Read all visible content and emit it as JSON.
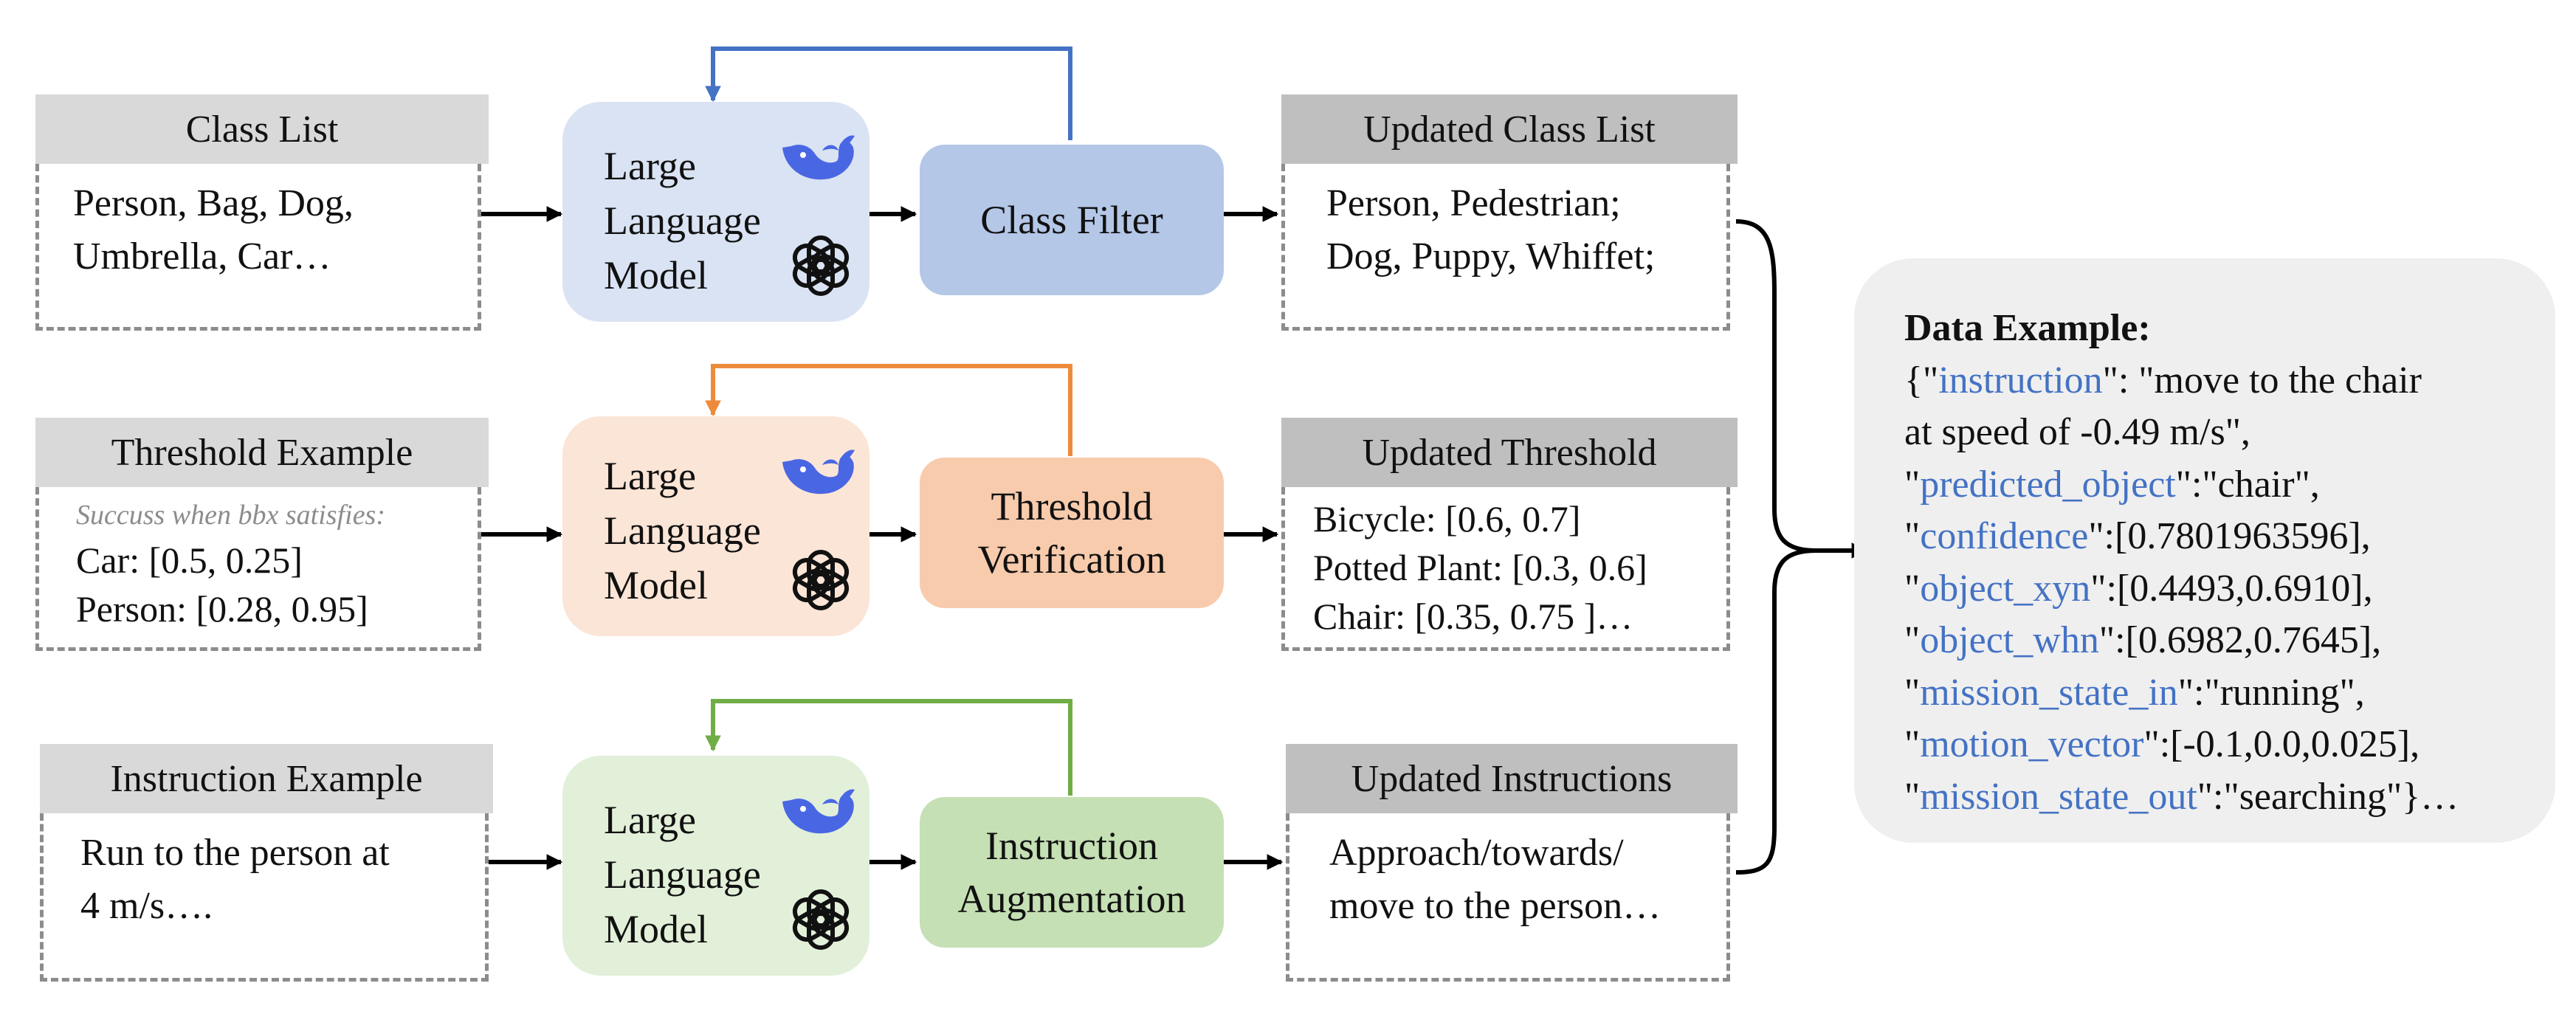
{
  "colors": {
    "blue_fill": "#dae3f3",
    "blue_proc": "#b4c7e7",
    "blue_line": "#4472c4",
    "orange_fill": "#fbe5d6",
    "orange_proc": "#f8cbad",
    "orange_line": "#ed8b3c",
    "green_fill": "#e2f0d9",
    "green_proc": "#c5e0b4",
    "green_line": "#70ad47",
    "header_gray": "#d9d9d9",
    "header_dark": "#bfbfbf",
    "panel_gray": "#efefef",
    "key_blue": "#4472c4"
  },
  "icons": [
    "whale-logo-icon",
    "openai-logo-icon"
  ],
  "rows": [
    {
      "input_title": "Class List",
      "input_lines": [
        "Person, Bag, Dog,",
        "Umbrella, Car…"
      ],
      "llm_lines": [
        "Large",
        "Language",
        "Model"
      ],
      "process_lines": [
        "Class Filter"
      ],
      "output_title": "Updated Class List",
      "output_lines": [
        "Person, Pedestrian;",
        "Dog, Puppy, Whiffet;"
      ]
    },
    {
      "input_title": "Threshold Example",
      "input_note": "Succuss when bbx satisfies:",
      "input_lines": [
        "Car: [0.5, 0.25]",
        "Person: [0.28, 0.95]"
      ],
      "llm_lines": [
        "Large",
        "Language",
        "Model"
      ],
      "process_lines": [
        "Threshold",
        "Verification"
      ],
      "output_title": "Updated Threshold",
      "output_lines": [
        "Bicycle: [0.6, 0.7]",
        "Potted Plant:  [0.3, 0.6]",
        "Chair: [0.35, 0.75 ]…"
      ]
    },
    {
      "input_title": "Instruction Example",
      "input_lines": [
        "Run to the person at",
        "4 m/s…."
      ],
      "llm_lines": [
        "Large",
        "Language",
        "Model"
      ],
      "process_lines": [
        "Instruction",
        "Augmentation"
      ],
      "output_title": "Updated Instructions",
      "output_lines": [
        "Approach/towards/",
        "move to the person…"
      ]
    }
  ],
  "data_example": {
    "title": "Data Example:",
    "lines": [
      {
        "pre": "{\"",
        "key": "instruction",
        "post": "\": \"move to the chair"
      },
      {
        "pre": "at speed of -0.49 m/s\",",
        "key": "",
        "post": ""
      },
      {
        "pre": "\"",
        "key": "predicted_object",
        "post": "\":\"chair\","
      },
      {
        "pre": "\"",
        "key": "confidence",
        "post": "\":[0.7801963596],"
      },
      {
        "pre": "\"",
        "key": "object_xyn",
        "post": "\":[0.4493,0.6910],"
      },
      {
        "pre": "\"",
        "key": "object_whn",
        "post": "\":[0.6982,0.7645],"
      },
      {
        "pre": "\"",
        "key": "mission_state_in",
        "post": "\":\"running\","
      },
      {
        "pre": "\"",
        "key": "motion_vector",
        "post": "\":[-0.1,0.0,0.025],"
      },
      {
        "pre": "\"",
        "key": "mission_state_out",
        "post": "\":\"searching\"}…"
      }
    ]
  }
}
